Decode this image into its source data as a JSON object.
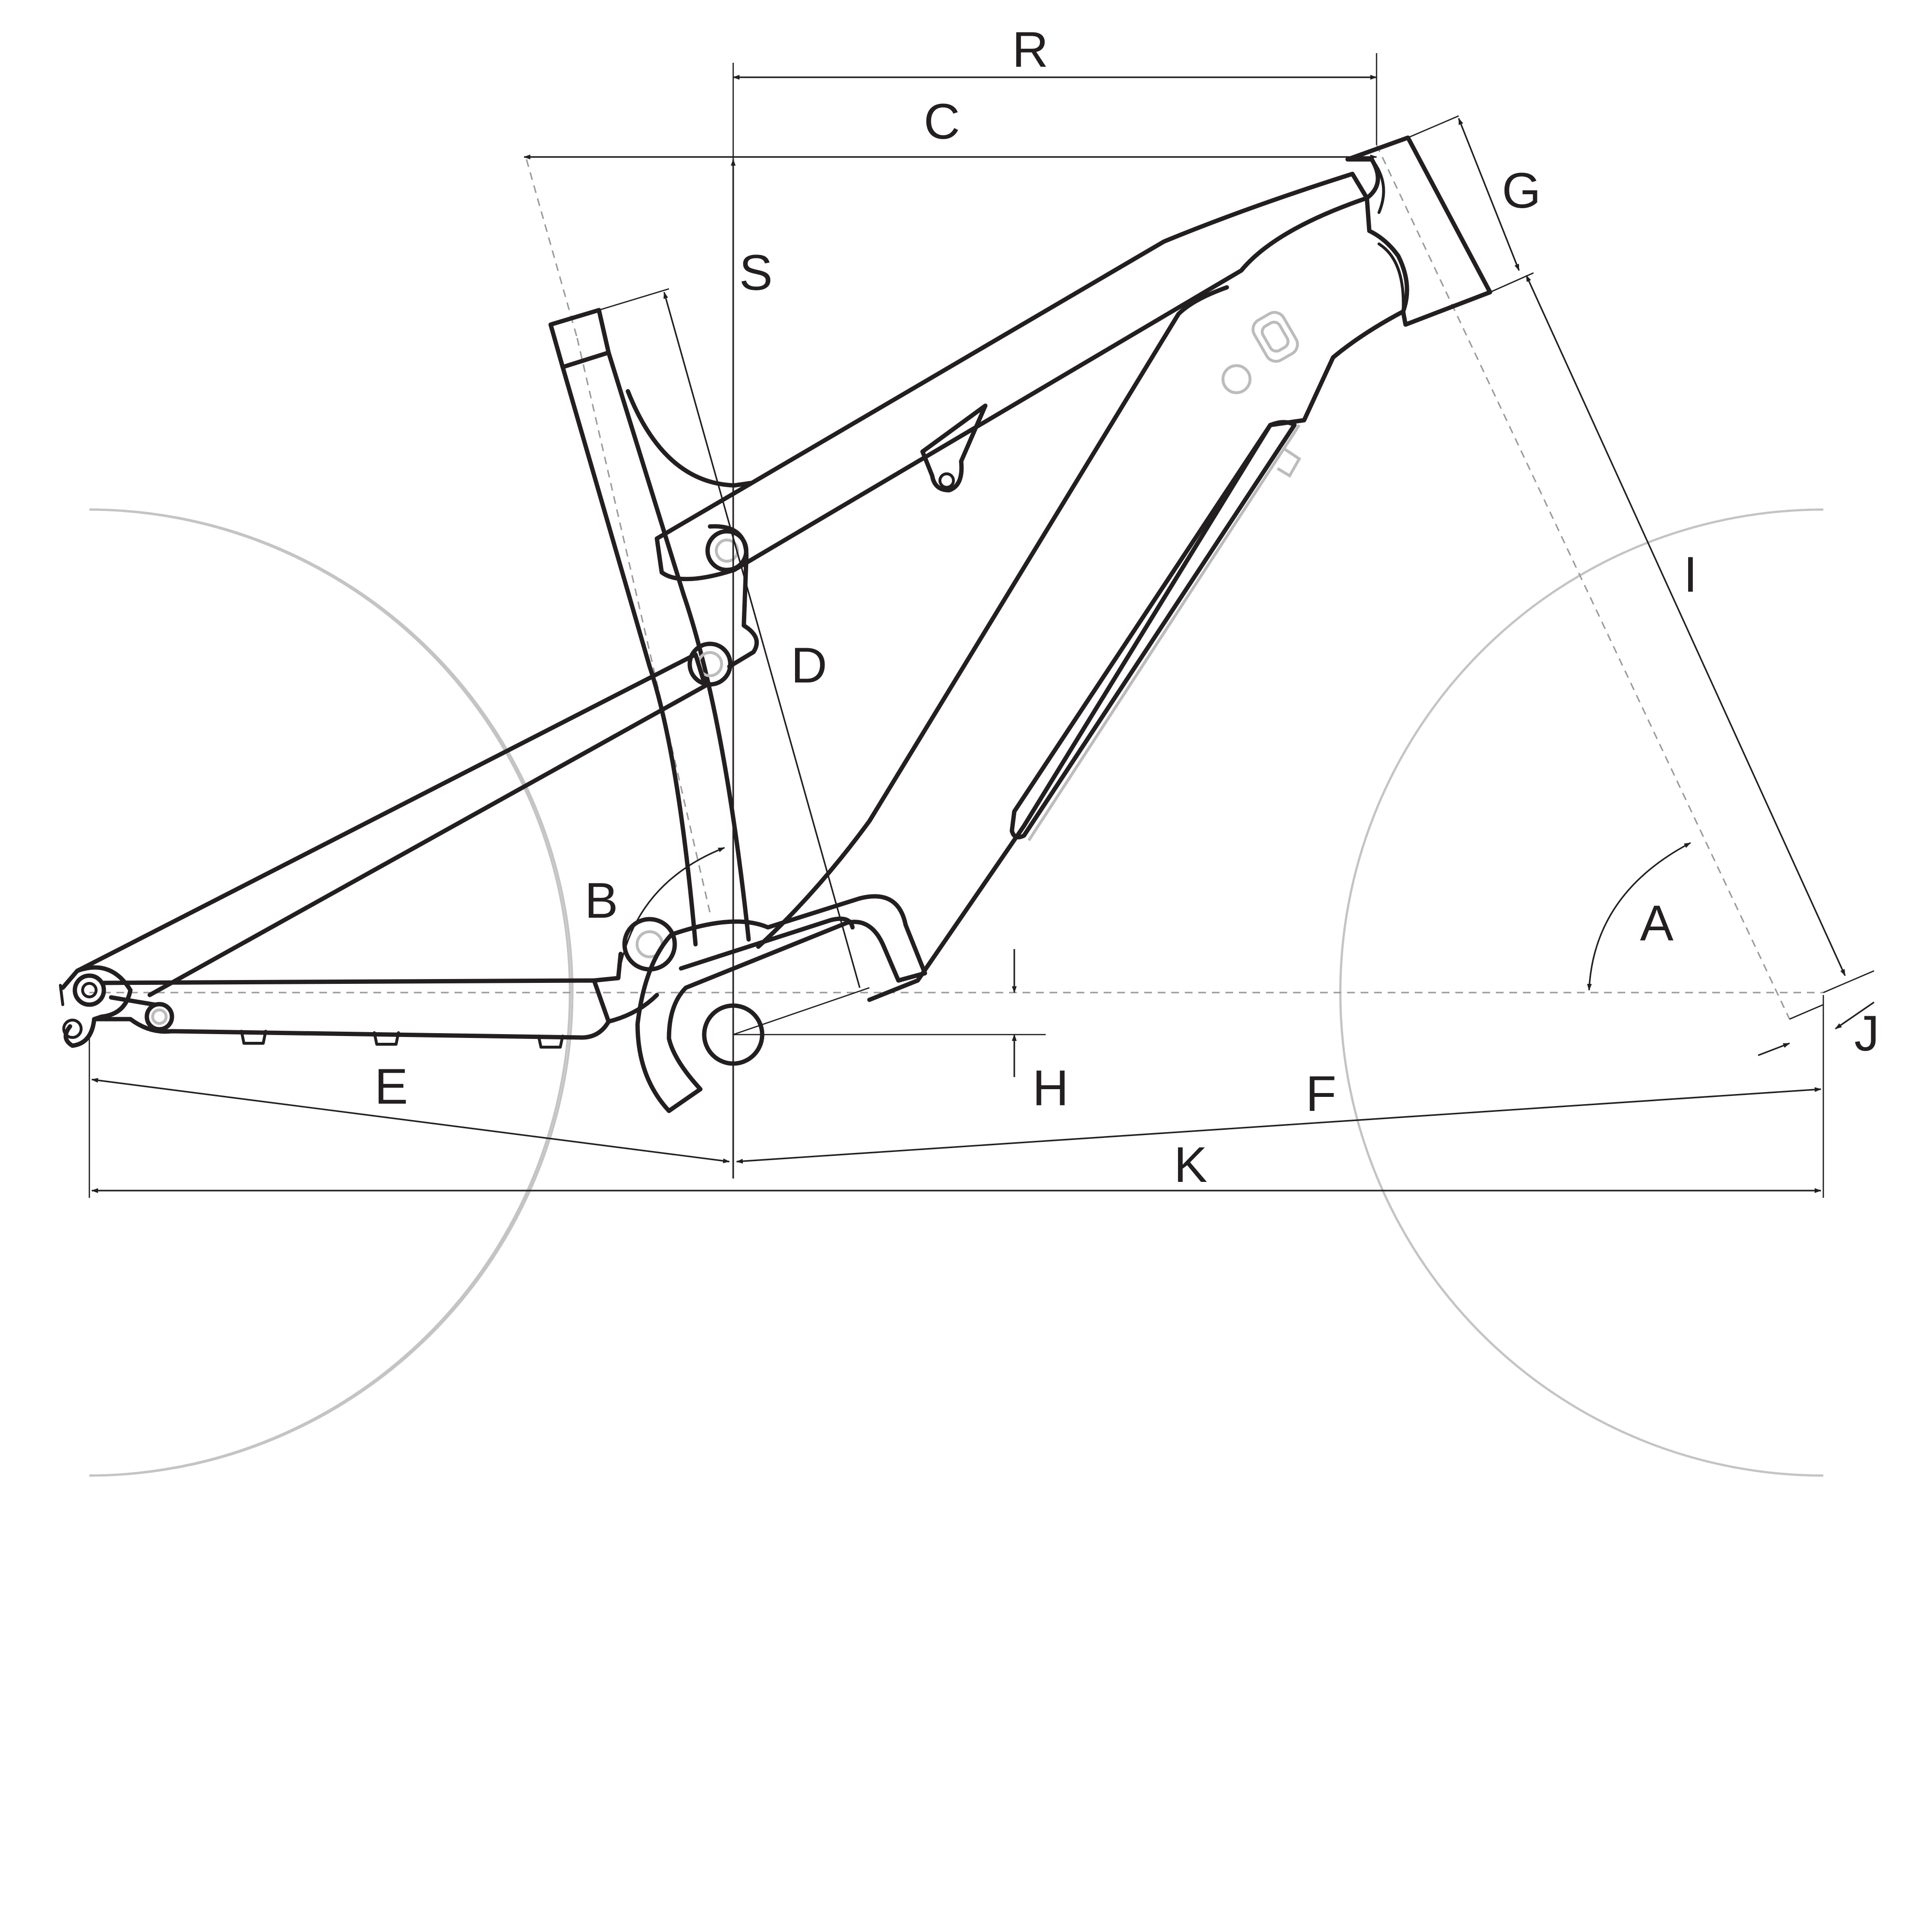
{
  "labels": {
    "A": "A",
    "B": "B",
    "C": "C",
    "D": "D",
    "E": "E",
    "F": "F",
    "G": "G",
    "H": "H",
    "I": "I",
    "J": "J",
    "K": "K",
    "R": "R",
    "S": "S"
  }
}
